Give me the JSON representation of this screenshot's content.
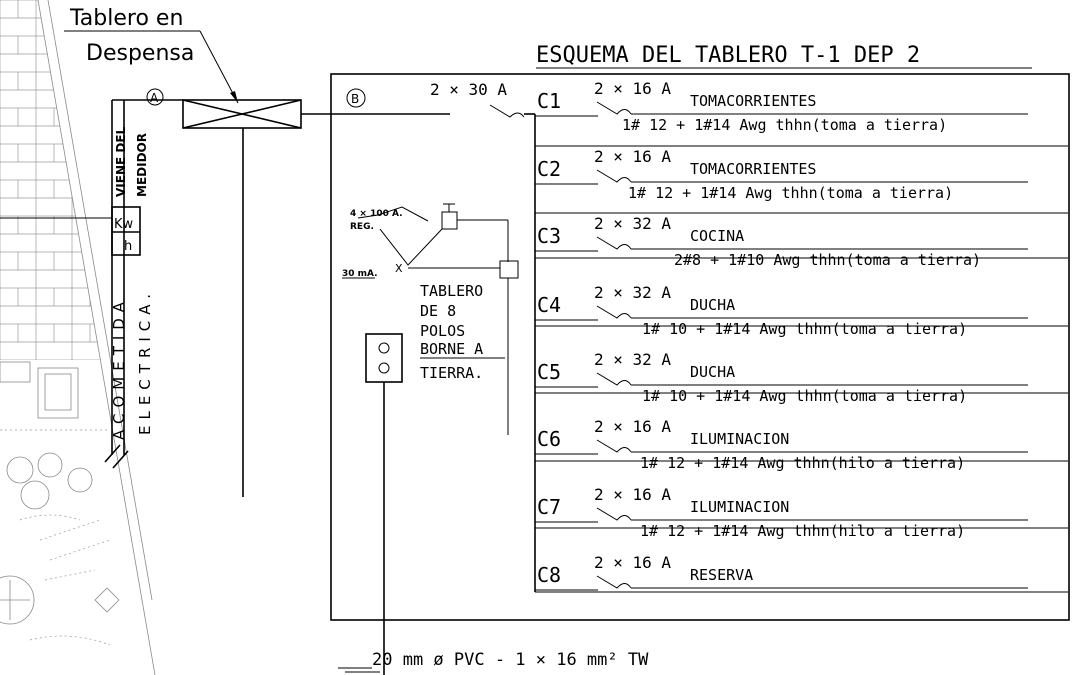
{
  "colors": {
    "ink": "#000000",
    "hatch": "#8a8a8a",
    "background": "#ffffff"
  },
  "header": {
    "title": "ESQUEMA DEL TABLERO T-1 DEP 2",
    "callout_line1": "Tablero en",
    "callout_line2": "Despensa"
  },
  "service": {
    "marker_a": "A",
    "marker_b": "B",
    "viene_del_line1": "VIENE DEL",
    "viene_del_line2": "MEDIDOR",
    "meter_label": "Kw",
    "meter_label2": "h",
    "acometida": "ACOMETIDA",
    "electrica": "ELECTRICA."
  },
  "main_breaker": {
    "label": "2 × 30 A"
  },
  "subpanel": {
    "switch_label_line1": "4 × 100 A.",
    "switch_label_line2": "REG.",
    "rcd_label": "30 mA.",
    "x_mark": "X",
    "note_line1": "TABLERO",
    "note_line2": "DE 8",
    "note_line3": "POLOS",
    "ground_line1": "BORNE A",
    "ground_line2": "TIERRA."
  },
  "circuits": [
    {
      "id": "C1",
      "breaker": "2 × 16 A",
      "name": "TOMACORRIENTES",
      "cable": "1# 12 + 1#14 Awg thhn(toma a tierra)"
    },
    {
      "id": "C2",
      "breaker": "2 × 16 A",
      "name": "TOMACORRIENTES",
      "cable": "1# 12 + 1#14 Awg thhn(toma a tierra)"
    },
    {
      "id": "C3",
      "breaker": "2 × 32 A",
      "name": "COCINA",
      "cable": "2#8 + 1#10 Awg thhn(toma a tierra)"
    },
    {
      "id": "C4",
      "breaker": "2 × 32 A",
      "name": "DUCHA",
      "cable": "1# 10 + 1#14 Awg thhn(toma a tierra)"
    },
    {
      "id": "C5",
      "breaker": "2 × 32 A",
      "name": "DUCHA",
      "cable": "1# 10 + 1#14 Awg thhn(toma a tierra)"
    },
    {
      "id": "C6",
      "breaker": "2 × 16 A",
      "name": "ILUMINACION",
      "cable": "1# 12 + 1#14 Awg thhn(hilo a tierra)"
    },
    {
      "id": "C7",
      "breaker": "2 × 16 A",
      "name": "ILUMINACION",
      "cable": "1# 12 + 1#14 Awg thhn(hilo a tierra)"
    },
    {
      "id": "C8",
      "breaker": "2 × 16 A",
      "name": "RESERVA",
      "cable": ""
    }
  ],
  "footer": {
    "conduit": "20 mm ø PVC - 1  × 16 mm² TW"
  }
}
